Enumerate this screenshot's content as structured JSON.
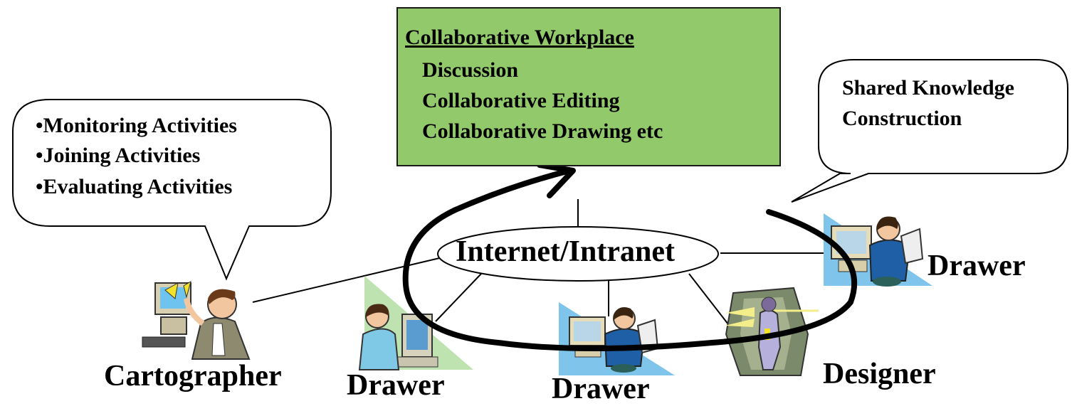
{
  "colors": {
    "box_fill": "#92c96a",
    "outline": "#000000",
    "figure_blue": "#1f5fa6",
    "triangle_blue": "#7fc4ea",
    "triangle_green": "#bfe3b0",
    "designer_bg": "#7a8a6a",
    "monitor_beige": "#e6dcb8"
  },
  "workplace": {
    "title": "Collaborative Workplace",
    "items": [
      "Discussion",
      "Collaborative Editing",
      "Collaborative Drawing  etc"
    ]
  },
  "left_bubble": {
    "items": [
      "•Monitoring Activities",
      "•Joining Activities",
      "•Evaluating Activities"
    ]
  },
  "right_bubble": {
    "lines": [
      "Shared Knowledge",
      "Construction"
    ]
  },
  "network": {
    "label": "Internet/Intranet"
  },
  "roles": {
    "cartographer": "Cartographer",
    "drawer_left": "Drawer",
    "drawer_center": "Drawer",
    "drawer_right": "Drawer",
    "designer": "Designer"
  },
  "icons": {
    "cartographer": "person-at-computer-icon",
    "drawer": "person-at-computer-icon",
    "designer": "person-with-light-icon",
    "cycle": "circular-arrow-icon"
  }
}
